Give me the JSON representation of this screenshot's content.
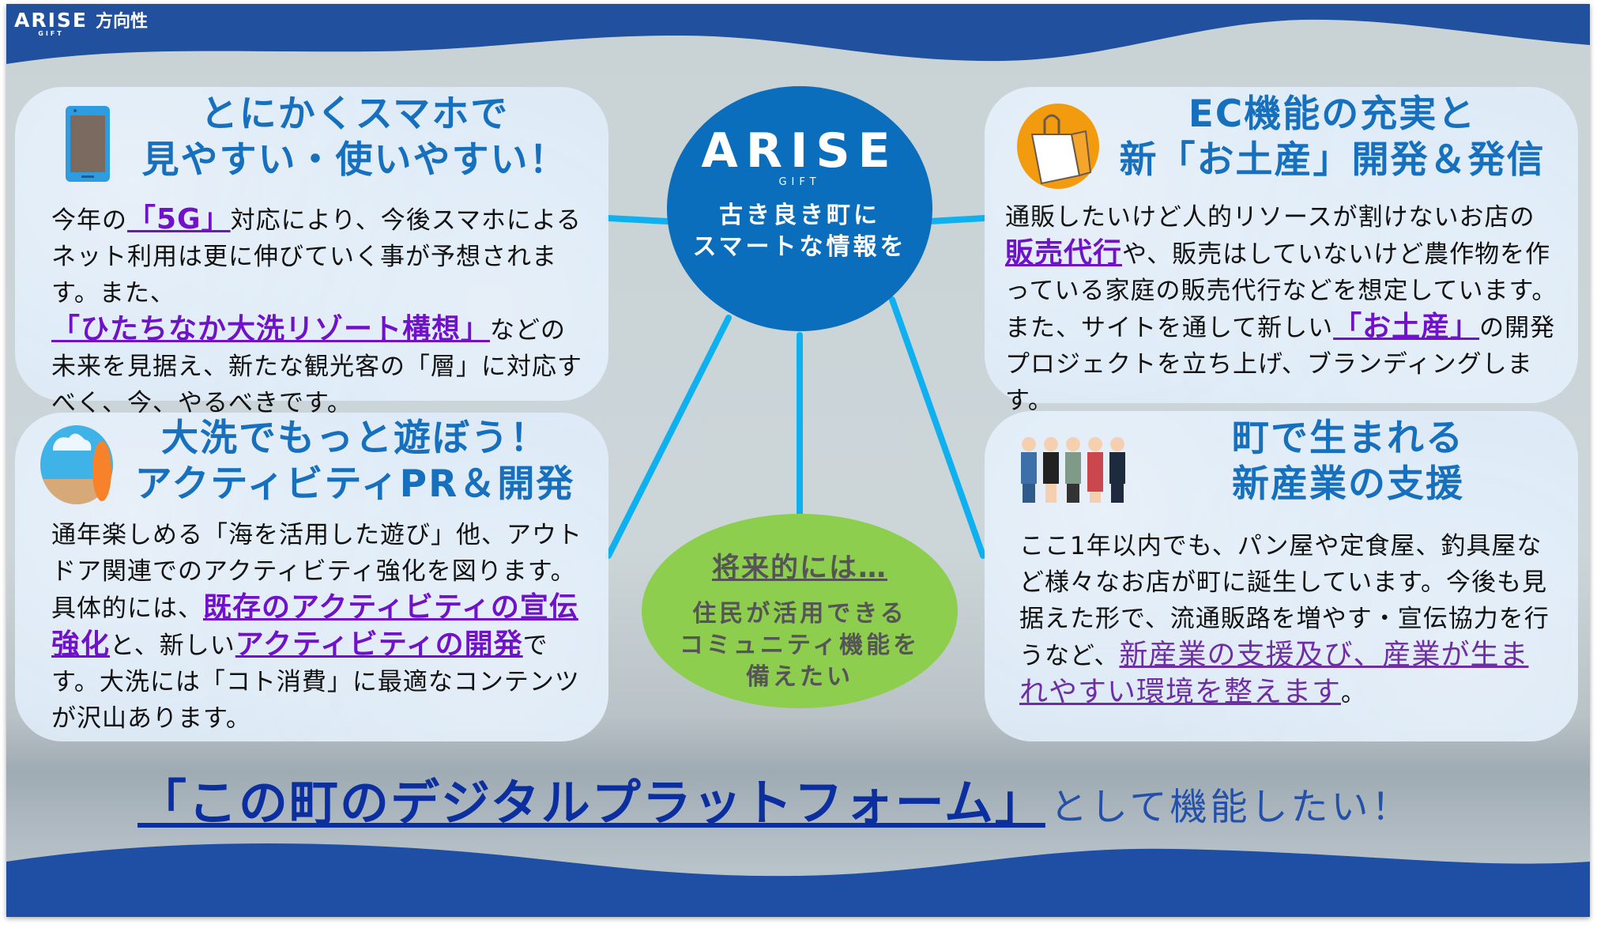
{
  "header": {
    "logo": "ARISE",
    "logo_sub": "GIFT",
    "title": "方向性"
  },
  "hub": {
    "brand": "ARISE",
    "brand_sub": "GIFT",
    "line1": "古き良き町に",
    "line2": "スマートな情報を"
  },
  "future": {
    "title": "将来的には…",
    "line1": "住民が活用できる",
    "line2": "コミュニティ機能を",
    "line3": "備えたい"
  },
  "cards": [
    {
      "title1": "とにかくスマホで",
      "title2": "見やすい・使いやすい！",
      "icon": "smartphone-icon",
      "body": [
        {
          "t": "今年の"
        },
        {
          "t": "「5G」",
          "hl": 1
        },
        {
          "t": "対応により、今後スマホによるネット利用は更に伸びていく事が予想されます。また、"
        },
        {
          "t": "「ひたちなか大洗リゾート構想」",
          "hl": 1
        },
        {
          "t": "などの未来を見据え、新たな観光客の「層」に対応すべく、今、やるべきです。"
        }
      ]
    },
    {
      "title1": "EC機能の充実と",
      "title2": "新「お土産」開発＆発信",
      "icon": "shopping-bag-icon",
      "body": [
        {
          "t": "通販したいけど人的リソースが割けないお店の"
        },
        {
          "t": "販売代行",
          "hl": 1
        },
        {
          "t": "や、販売はしていないけど農作物を作っている家庭の販売代行などを想定しています。また、サイトを通して新しい"
        },
        {
          "t": "「お土産」",
          "hl": 1
        },
        {
          "t": "の開発プロジェクトを立ち上げ、ブランディングします。"
        }
      ]
    },
    {
      "title1": "大洗でもっと遊ぼう！",
      "title2": "アクティビティPR＆開発",
      "icon": "beach-surfboard-icon",
      "body": [
        {
          "t": "通年楽しめる「海を活用した遊び」他、アウトドア関連でのアクティビティ強化を図ります。具体的には、"
        },
        {
          "t": "既存のアクティビティの宣伝強化",
          "hl": 1
        },
        {
          "t": "と、新しい"
        },
        {
          "t": "アクティビティの開発",
          "hl": 1
        },
        {
          "t": "です。大洗には「コト消費」に最適なコンテンツが沢山あります。"
        }
      ]
    },
    {
      "title1": "町で生まれる",
      "title2": "新産業の支援",
      "icon": "workers-group-icon",
      "body": [
        {
          "t": "ここ1年以内でも、パン屋や定食屋、釣具屋など様々なお店が町に誕生しています。今後も見据えた形で、流通販路を増やす・宣伝協力を行うなど、"
        },
        {
          "t": "新産業の支援及び、産業が生まれやすい環境を整えます",
          "hl": 2
        },
        {
          "t": "。"
        }
      ]
    }
  ],
  "tagline": {
    "main": "「この町のデジタルプラットフォーム」",
    "rest": "として機能したい！"
  },
  "colors": {
    "navy": "#1f4e9c",
    "accent": "#1770bd",
    "highlight": "#7012c9",
    "connector": "#0fb0ef",
    "future": "#8dce4f"
  }
}
